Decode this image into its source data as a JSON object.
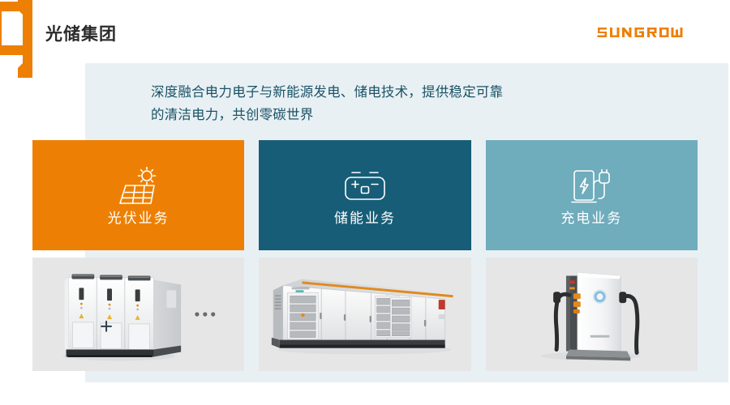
{
  "header": {
    "title": "光储集团",
    "logo_text": "SUNGROW",
    "logo_color": "#ED8004"
  },
  "intro": {
    "line1": "深度融合电力电子与新能源发电、储电技术，提供稳定可靠",
    "line2": "的清洁电力，共创零碳世界",
    "text_color": "#1A5266",
    "band_color": "#E8F0F4"
  },
  "cards": [
    {
      "label": "光伏业务",
      "color": "#ED8004",
      "icon": "solar-panel-icon"
    },
    {
      "label": "储能业务",
      "color": "#175D77",
      "icon": "battery-icon"
    },
    {
      "label": "充电业务",
      "color": "#6FACBC",
      "icon": "ev-charger-icon"
    }
  ],
  "photos": [
    {
      "name": "inverter-cabinets-photo",
      "ellipsis": "· · ·"
    },
    {
      "name": "storage-container-photo",
      "ellipsis": ""
    },
    {
      "name": "ev-charging-station-photo",
      "ellipsis": ""
    }
  ]
}
